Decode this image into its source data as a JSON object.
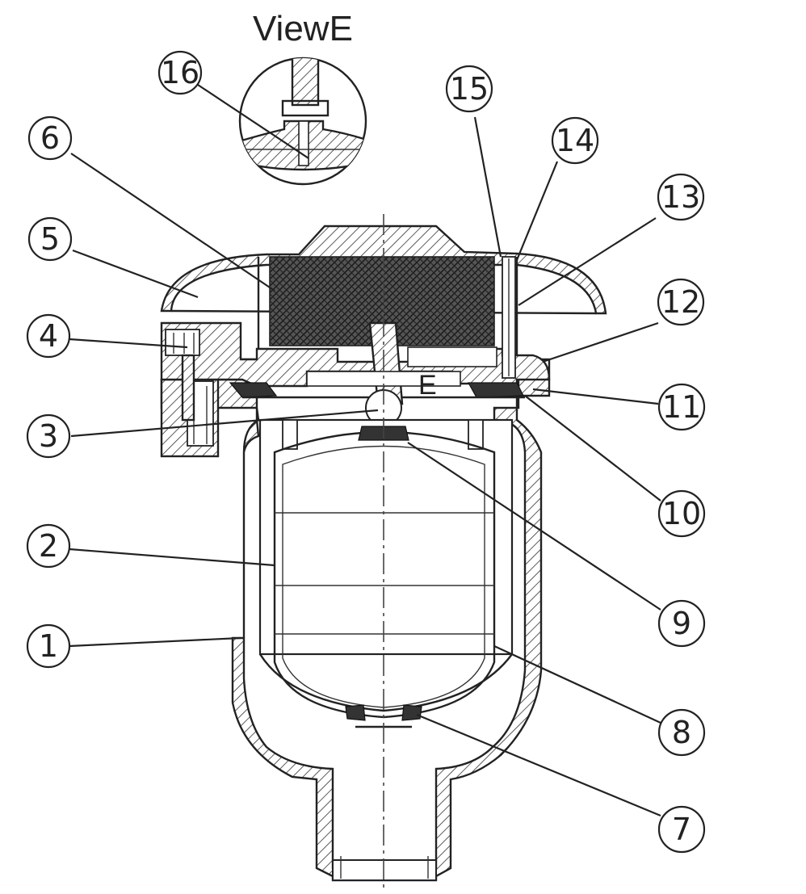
{
  "view_title": "ViewE",
  "section_marker": "E",
  "callouts": [
    "16",
    "6",
    "5",
    "4",
    "3",
    "2",
    "1",
    "15",
    "14",
    "13",
    "12",
    "11",
    "10",
    "9",
    "8",
    "7"
  ]
}
